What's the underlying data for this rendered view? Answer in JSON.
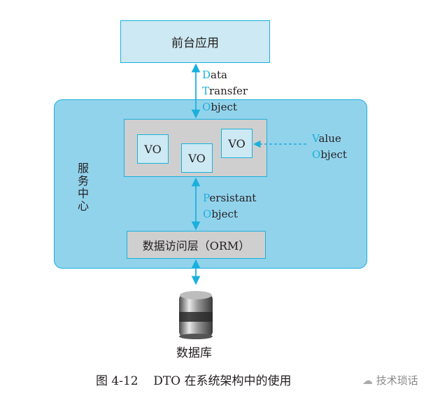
{
  "diagram": {
    "front_app": {
      "label": "前台应用"
    },
    "dto_label": {
      "lines": [
        {
          "cap": "D",
          "rest": "ata"
        },
        {
          "cap": "T",
          "rest": "ransfer"
        },
        {
          "cap": "O",
          "rest": "bject"
        }
      ]
    },
    "service_center": {
      "label_chars": [
        "服",
        "务",
        "中",
        "心"
      ]
    },
    "value_objects": [
      {
        "label": "VO"
      },
      {
        "label": "VO"
      },
      {
        "label": "VO"
      }
    ],
    "vo_label": {
      "lines": [
        {
          "cap": "V",
          "rest": "alue"
        },
        {
          "cap": "O",
          "rest": "bject"
        }
      ]
    },
    "po_label": {
      "lines": [
        {
          "cap": "P",
          "rest": "ersistant"
        },
        {
          "cap": "O",
          "rest": "bject"
        }
      ]
    },
    "data_access_layer": {
      "label": "数据访问层（ORM）"
    },
    "database": {
      "label": "数据库",
      "icon": "database-icon"
    },
    "colors": {
      "accent": "#1ab0dc",
      "service_bg": "#92d3ec",
      "box_light": "#cde9f3",
      "box_grey": "#cfcfcf"
    }
  },
  "caption": {
    "text": "图 4-12    DTO 在系统架构中的使用"
  },
  "watermark": {
    "text": "技术琐话",
    "icon": "wechat-icon"
  }
}
